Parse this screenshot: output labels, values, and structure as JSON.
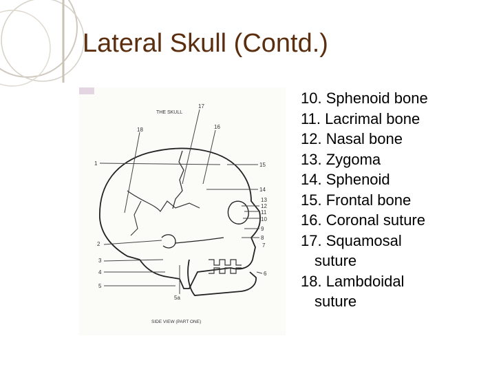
{
  "slide": {
    "title": "Lateral Skull (Contd.)",
    "theme_colors": {
      "title": "#5a2e0e",
      "ornament": "#c8c2b8"
    }
  },
  "figure": {
    "caption_top": "THE SKULL",
    "caption_bottom": "SIDE VIEW (PART ONE)",
    "labels": [
      "17",
      "18",
      "16",
      "1",
      "15",
      "14",
      "13",
      "12",
      "11",
      "10",
      "9",
      "8",
      "7",
      "2",
      "3",
      "4",
      "5",
      "5a",
      "6"
    ]
  },
  "list": {
    "items": [
      {
        "line1": "10.  Sphenoid bone",
        "line2": ""
      },
      {
        "line1": "11. Lacrimal bone",
        "line2": ""
      },
      {
        "line1": "12. Nasal bone",
        "line2": ""
      },
      {
        "line1": "13.  Zygoma",
        "line2": ""
      },
      {
        "line1": "14.  Sphenoid",
        "line2": ""
      },
      {
        "line1": "15.  Frontal bone",
        "line2": ""
      },
      {
        "line1": "16.  Coronal suture",
        "line2": ""
      },
      {
        "line1": "17.  Squamosal",
        "line2": "suture"
      },
      {
        "line1": "18.  Lambdoidal",
        "line2": "suture"
      }
    ]
  }
}
